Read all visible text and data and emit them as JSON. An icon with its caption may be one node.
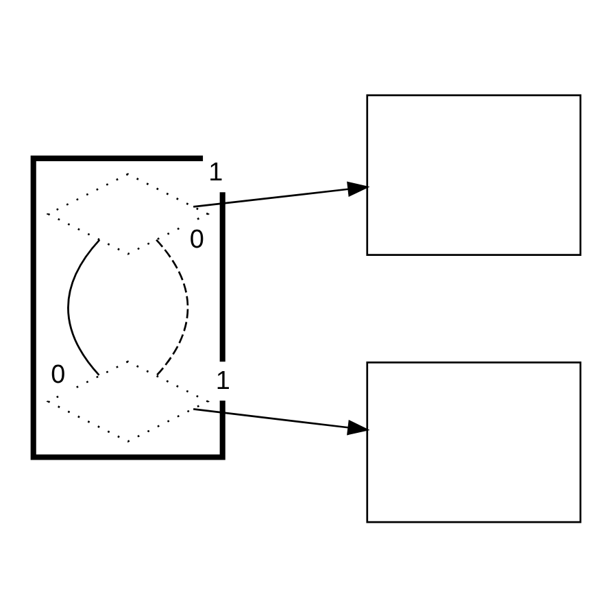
{
  "diagram": {
    "nodes": [
      {
        "text": [],
        "shape": "box"
      },
      {
        "text": [],
        "shape": "diamond",
        "in": 0
      },
      {
        "text": [],
        "shape": "diamond",
        "in": 0
      },
      {
        "text": [],
        "shape": "box"
      },
      {
        "text": [],
        "shape": "box"
      }
    ],
    "edges": [
      {
        "from": 1,
        "to": 3,
        "arrow": "to",
        "label": "1"
      },
      {
        "from": 1,
        "to": 2,
        "arrow": "none",
        "label": "0",
        "style": "dashed"
      },
      {
        "from": 2,
        "to": 4,
        "arrow": "to",
        "label": "1"
      },
      {
        "from": 2,
        "to": 1,
        "arrow": "none",
        "label": "0"
      }
    ]
  }
}
